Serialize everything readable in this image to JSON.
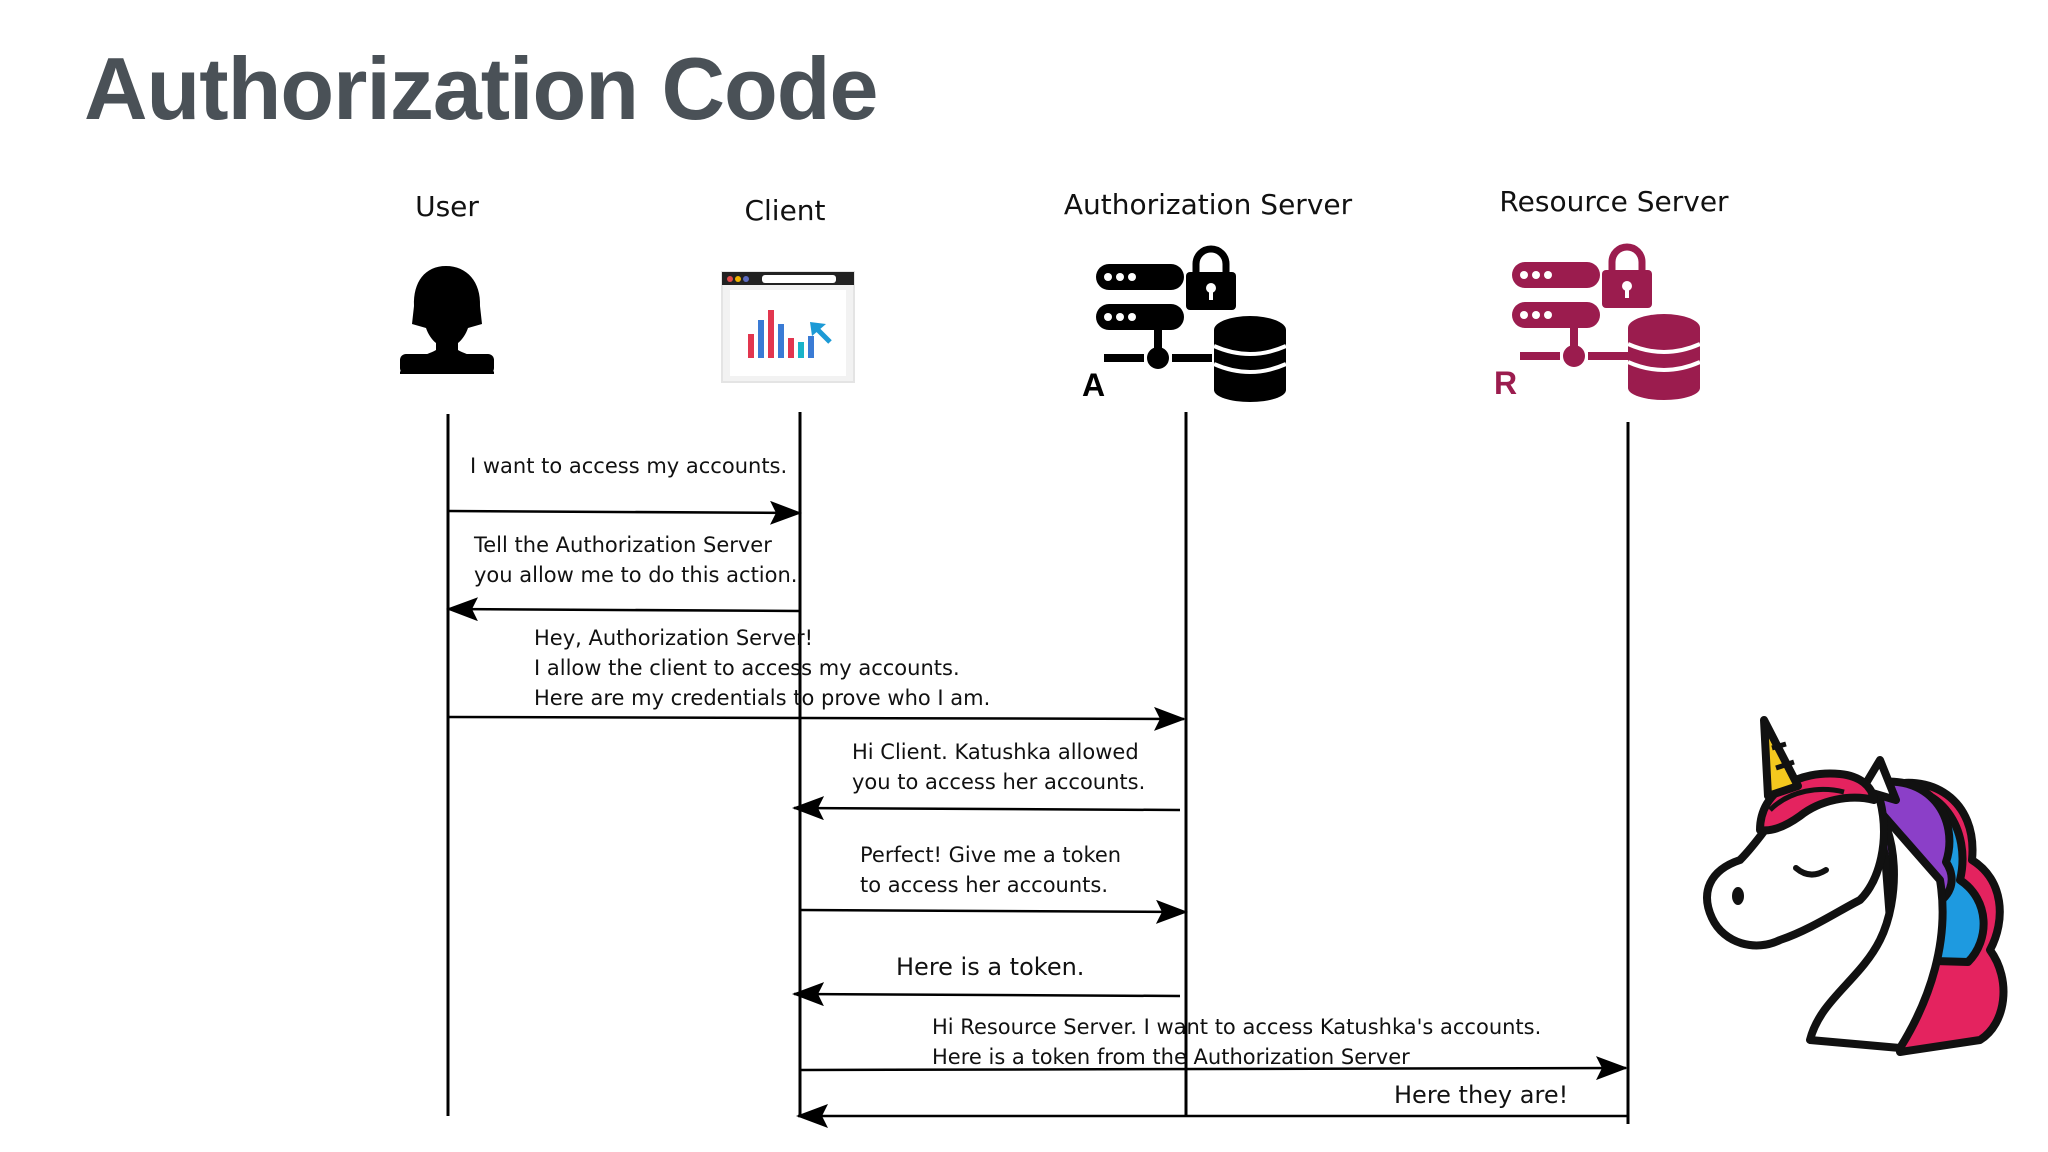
{
  "title": "Authorization Code",
  "actors": {
    "user": "User",
    "client": "Client",
    "auth_server": "Authorization Server",
    "resource_server": "Resource Server"
  },
  "icons": {
    "user": "user-silhouette-icon",
    "client": "browser-analytics-icon",
    "auth_server": "server-lock-database-icon",
    "resource_server": "server-lock-database-icon",
    "mascot": "unicorn-head-icon"
  },
  "icon_letters": {
    "auth_server": "A",
    "resource_server": "R"
  },
  "colors": {
    "auth_server": "#000000",
    "resource_server": "#9b1c4e",
    "title": "#4a5157"
  },
  "messages": [
    {
      "from": "User",
      "to": "Client",
      "lines": [
        "I want to access my accounts."
      ]
    },
    {
      "from": "Client",
      "to": "User",
      "lines": [
        "Tell the Authorization Server",
        "you allow me to do this action."
      ]
    },
    {
      "from": "User",
      "to": "Authorization Server",
      "lines": [
        "Hey, Authorization Server!",
        "I allow the client to access my accounts.",
        "Here are my credentials to prove who I am."
      ]
    },
    {
      "from": "Authorization Server",
      "to": "Client",
      "lines": [
        "Hi Client. Katushka allowed",
        "you to access her accounts."
      ]
    },
    {
      "from": "Client",
      "to": "Authorization Server",
      "lines": [
        "Perfect! Give me a token",
        "to access her accounts."
      ]
    },
    {
      "from": "Authorization Server",
      "to": "Client",
      "lines": [
        "Here is a token."
      ]
    },
    {
      "from": "Client",
      "to": "Resource Server",
      "lines": [
        "Hi Resource Server. I want to access Katushka's accounts.",
        "Here is a token from the Authorization Server"
      ]
    },
    {
      "from": "Resource Server",
      "to": "Client",
      "lines": [
        "Here they are!"
      ]
    }
  ]
}
